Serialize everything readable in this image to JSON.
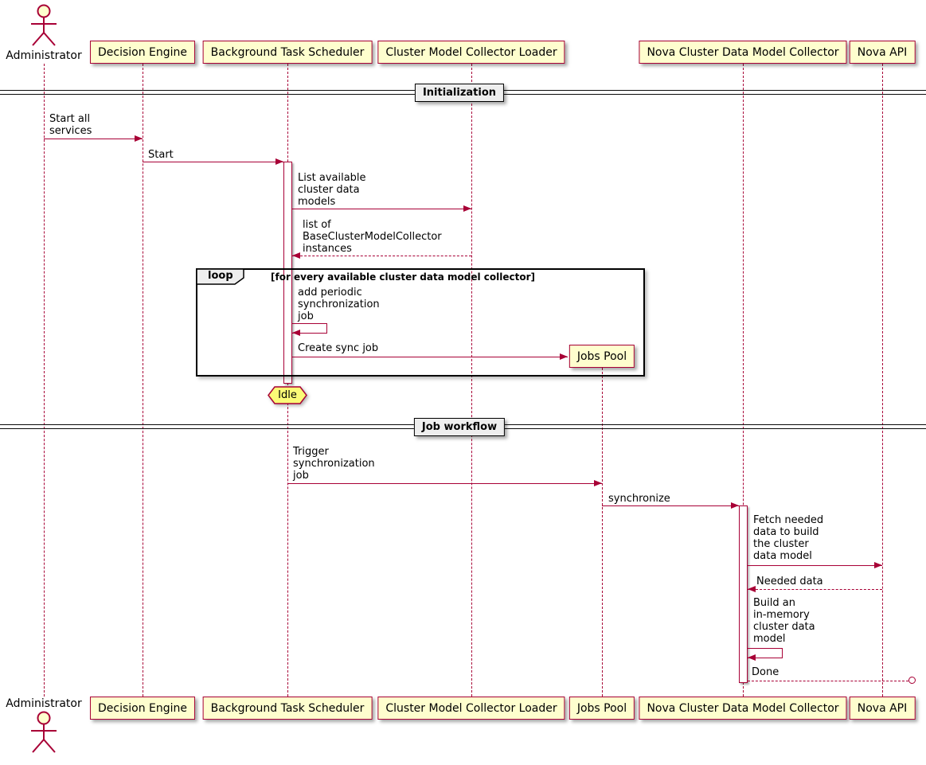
{
  "colors": {
    "participant_fill": "#FEFECE",
    "border_accent": "#A80036",
    "note_fill": "#FBFB77",
    "divider_fill": "#EEEEEE"
  },
  "participants": {
    "administrator": "Administrator",
    "decision_engine": "Decision Engine",
    "scheduler": "Background Task Scheduler",
    "loader": "Cluster Model Collector Loader",
    "jobs_pool": "Jobs Pool",
    "collector": "Nova Cluster Data Model Collector",
    "nova_api": "Nova API"
  },
  "dividers": {
    "initialization": "Initialization",
    "job_workflow": "Job workflow"
  },
  "loop": {
    "keyword": "loop",
    "condition": "[for every available cluster data model collector]"
  },
  "state": {
    "idle": "Idle"
  },
  "messages": {
    "start_all_services": "Start all\nservices",
    "start": "Start",
    "list_available": "List available\ncluster data\nmodels",
    "list_of_instances": "list of\nBaseClusterModelCollector\ninstances",
    "add_periodic": "add periodic\nsynchronization\njob",
    "create_sync_job": "Create sync job",
    "trigger_sync": "Trigger\nsynchronization\njob",
    "synchronize": "synchronize",
    "fetch_needed": "Fetch needed\ndata to build\nthe cluster\ndata model",
    "needed_data": "Needed data",
    "build_model": "Build an\nin-memory\ncluster data\nmodel",
    "done": "Done"
  }
}
